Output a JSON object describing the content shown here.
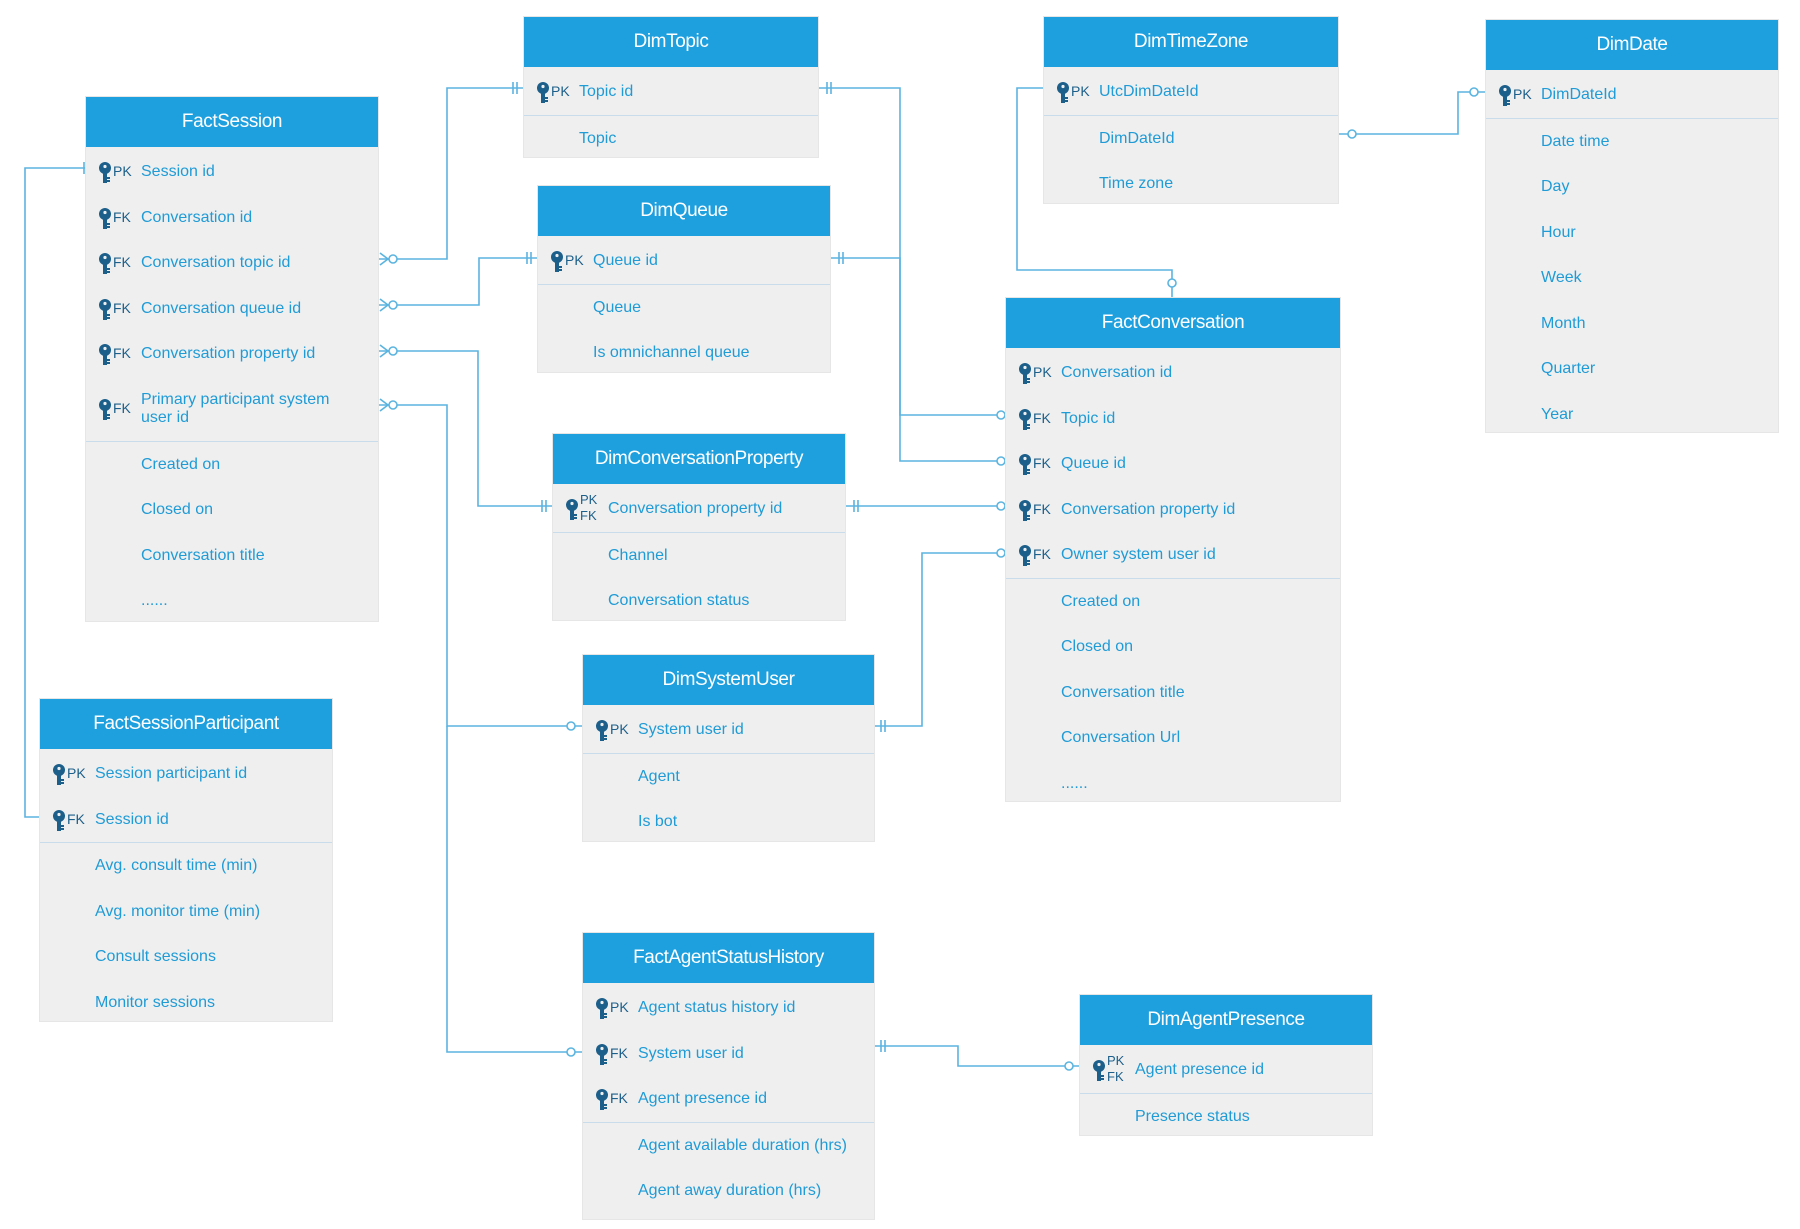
{
  "colors": {
    "header": "#1ea0df",
    "body": "#efefef",
    "field_text": "#1f9bd6",
    "key_text": "#1c5f8a",
    "connector": "#5bb4e0"
  },
  "icons": {
    "key": "key-icon"
  },
  "tables": {
    "DimTopic": {
      "title": "DimTopic",
      "fields": [
        {
          "key": "PK",
          "name": "Topic id"
        },
        {
          "key": "",
          "name": "Topic"
        }
      ]
    },
    "DimTimeZone": {
      "title": "DimTimeZone",
      "fields": [
        {
          "key": "PK",
          "name": "UtcDimDateId"
        },
        {
          "key": "",
          "name": "DimDateId"
        },
        {
          "key": "",
          "name": "Time zone"
        }
      ]
    },
    "DimDate": {
      "title": "DimDate",
      "fields": [
        {
          "key": "PK",
          "name": "DimDateId"
        },
        {
          "key": "",
          "name": "Date time"
        },
        {
          "key": "",
          "name": "Day"
        },
        {
          "key": "",
          "name": "Hour"
        },
        {
          "key": "",
          "name": "Week"
        },
        {
          "key": "",
          "name": "Month"
        },
        {
          "key": "",
          "name": "Quarter"
        },
        {
          "key": "",
          "name": "Year"
        }
      ]
    },
    "FactSession": {
      "title": "FactSession",
      "fields": [
        {
          "key": "PK",
          "name": "Session id"
        },
        {
          "key": "FK",
          "name": "Conversation id"
        },
        {
          "key": "FK",
          "name": "Conversation topic id"
        },
        {
          "key": "FK",
          "name": "Conversation queue id"
        },
        {
          "key": "FK",
          "name": "Conversation property id"
        },
        {
          "key": "FK",
          "name": "Primary participant system user id"
        },
        {
          "key": "",
          "name": "Created on"
        },
        {
          "key": "",
          "name": "Closed on"
        },
        {
          "key": "",
          "name": "Conversation title"
        },
        {
          "key": "",
          "name": "......"
        }
      ]
    },
    "DimQueue": {
      "title": "DimQueue",
      "fields": [
        {
          "key": "PK",
          "name": "Queue id"
        },
        {
          "key": "",
          "name": "Queue"
        },
        {
          "key": "",
          "name": "Is omnichannel queue"
        }
      ]
    },
    "DimConversationProperty": {
      "title": "DimConversationProperty",
      "fields": [
        {
          "key": "PK\nFK",
          "name": "Conversation property id"
        },
        {
          "key": "",
          "name": "Channel"
        },
        {
          "key": "",
          "name": "Conversation status"
        }
      ]
    },
    "FactConversation": {
      "title": "FactConversation",
      "fields": [
        {
          "key": "PK",
          "name": "Conversation id"
        },
        {
          "key": "FK",
          "name": "Topic id"
        },
        {
          "key": "FK",
          "name": "Queue id"
        },
        {
          "key": "FK",
          "name": "Conversation property id"
        },
        {
          "key": "FK",
          "name": "Owner system user id"
        },
        {
          "key": "",
          "name": "Created on"
        },
        {
          "key": "",
          "name": "Closed on"
        },
        {
          "key": "",
          "name": "Conversation title"
        },
        {
          "key": "",
          "name": "Conversation Url"
        },
        {
          "key": "",
          "name": "......"
        }
      ]
    },
    "FactSessionParticipant": {
      "title": "FactSessionParticipant",
      "fields": [
        {
          "key": "PK",
          "name": "Session participant id"
        },
        {
          "key": "FK",
          "name": "Session id"
        },
        {
          "key": "",
          "name": "Avg. consult time (min)"
        },
        {
          "key": "",
          "name": "Avg. monitor time (min)"
        },
        {
          "key": "",
          "name": "Consult sessions"
        },
        {
          "key": "",
          "name": "Monitor sessions"
        }
      ]
    },
    "DimSystemUser": {
      "title": "DimSystemUser",
      "fields": [
        {
          "key": "PK",
          "name": "System user id"
        },
        {
          "key": "",
          "name": "Agent"
        },
        {
          "key": "",
          "name": "Is bot"
        }
      ]
    },
    "FactAgentStatusHistory": {
      "title": "FactAgentStatusHistory",
      "fields": [
        {
          "key": "PK",
          "name": "Agent status history id"
        },
        {
          "key": "FK",
          "name": "System user id"
        },
        {
          "key": "FK",
          "name": "Agent presence id"
        },
        {
          "key": "",
          "name": "Agent available duration (hrs)"
        },
        {
          "key": "",
          "name": "Agent away duration (hrs)"
        }
      ]
    },
    "DimAgentPresence": {
      "title": "DimAgentPresence",
      "fields": [
        {
          "key": "PK\nFK",
          "name": "Agent presence id"
        },
        {
          "key": "",
          "name": "Presence status"
        }
      ]
    }
  }
}
